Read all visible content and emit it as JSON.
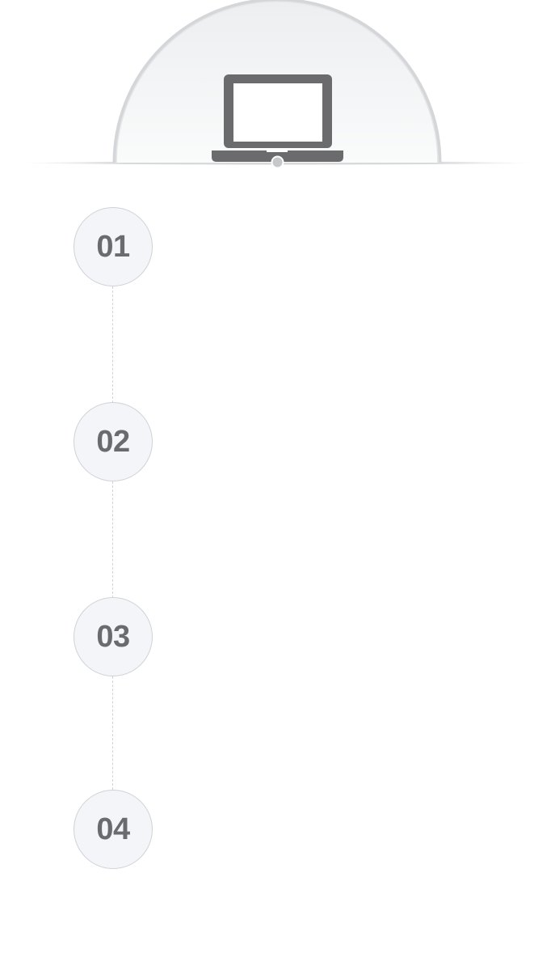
{
  "hero": {
    "icon": "laptop-icon"
  },
  "steps": [
    {
      "number": "01"
    },
    {
      "number": "02"
    },
    {
      "number": "03"
    },
    {
      "number": "04"
    }
  ]
}
